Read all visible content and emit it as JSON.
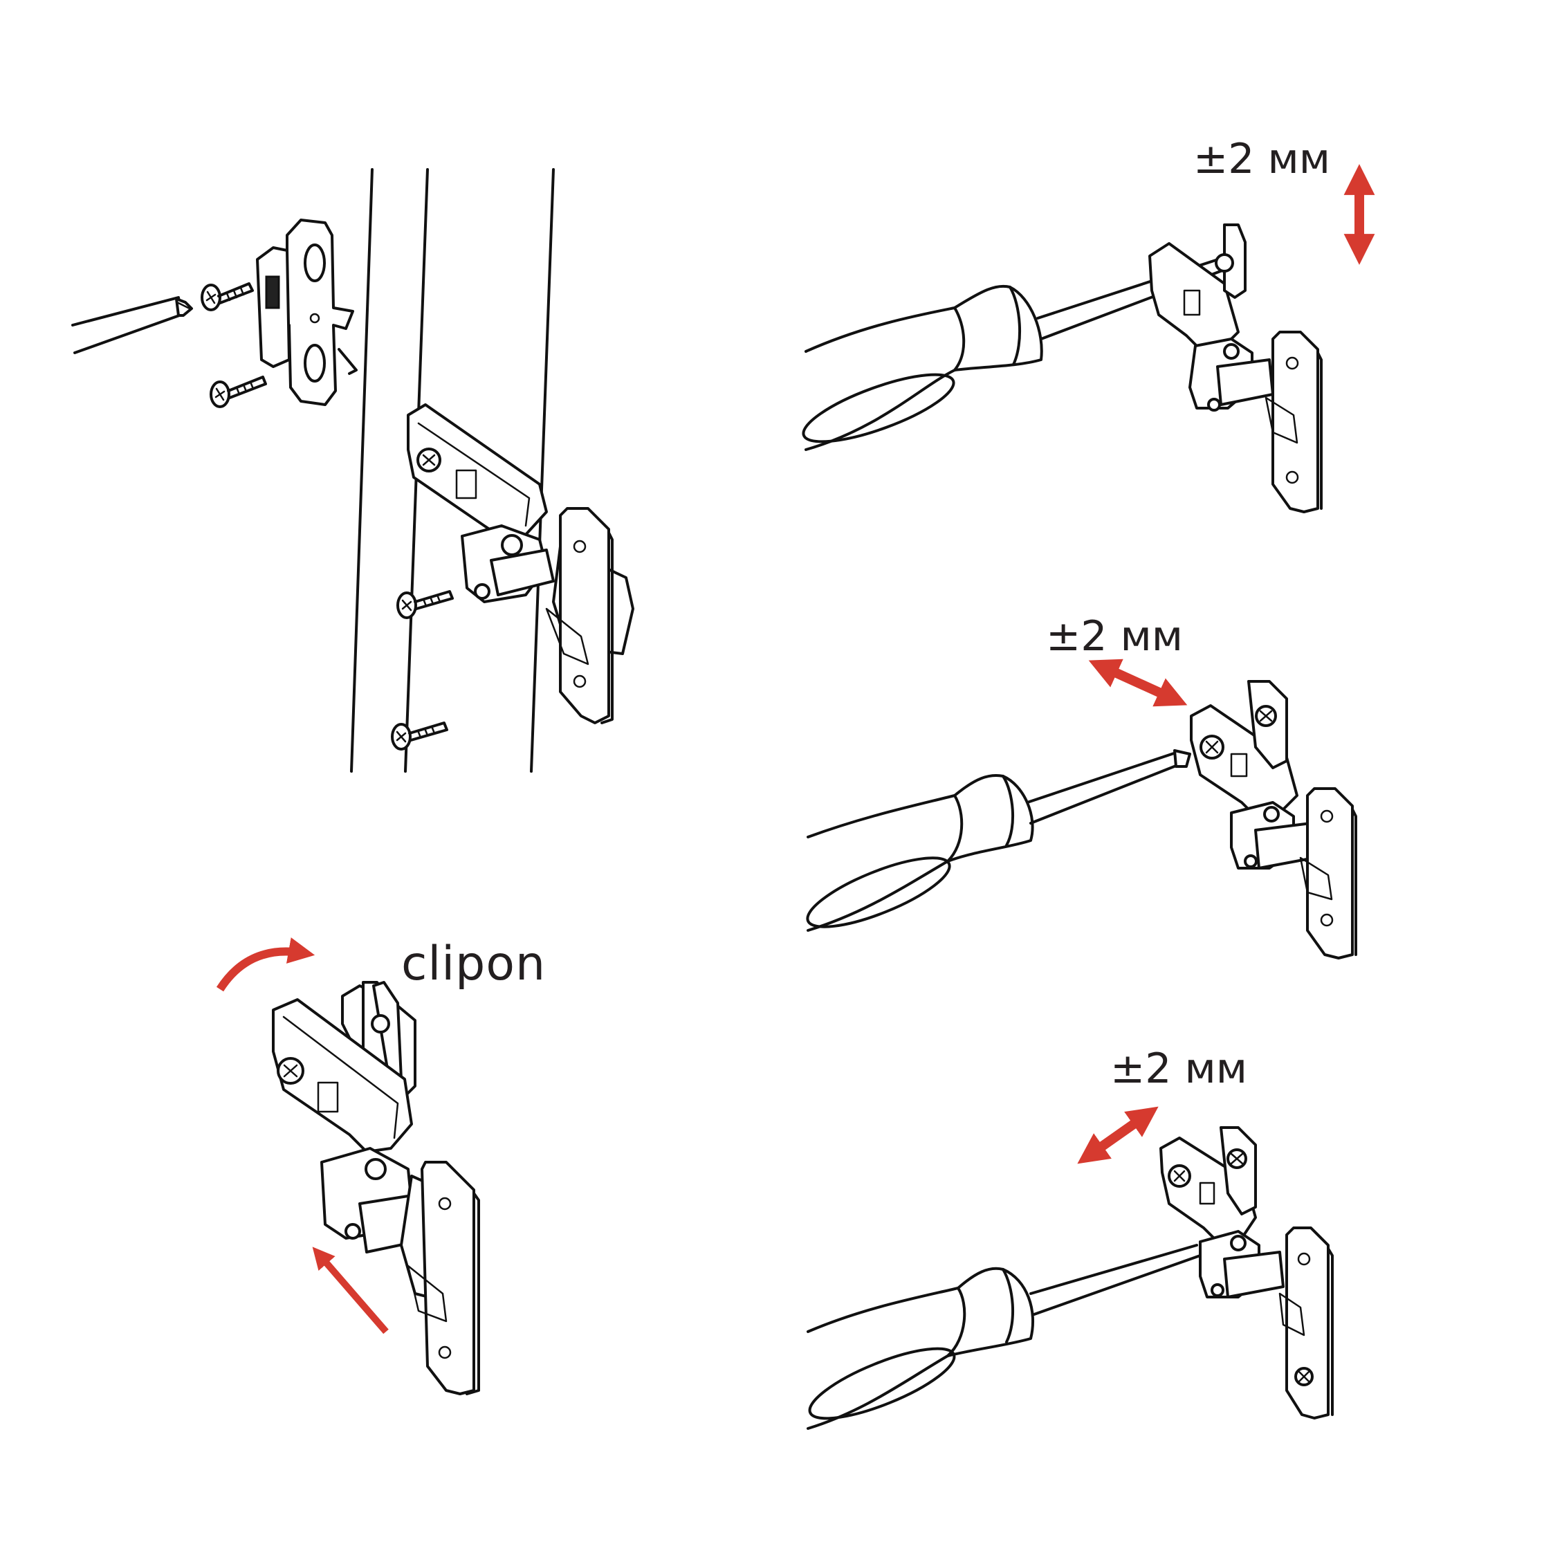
{
  "labels": {
    "clip": "clipon",
    "vertical": "±2 мм",
    "depth": "±2 мм",
    "side": "±2 мм"
  },
  "colors": {
    "ink": "#111111",
    "arrow": "#d63a2f",
    "background": "#ffffff"
  },
  "icons": {
    "screwdriver": "screwdriver-icon",
    "screw": "screw-icon",
    "hinge": "hinge-icon",
    "arrow": "arrow-icon"
  }
}
